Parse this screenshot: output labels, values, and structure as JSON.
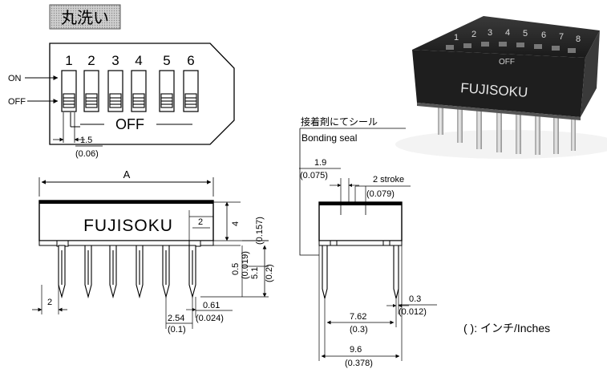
{
  "header_label": "丸洗い",
  "top_view": {
    "on_label": "ON",
    "off_label": "OFF",
    "switch_numbers": [
      "1",
      "2",
      "3",
      "4",
      "5",
      "6"
    ],
    "off_marking": "OFF",
    "pitch_value": "1.5",
    "pitch_inch": "(0.06)"
  },
  "front_view": {
    "width_label": "A",
    "brand": "FUJISOKU",
    "side_width": "2",
    "height_mm": "4",
    "height_in": "(0.157)",
    "standoff_mm": "0.5",
    "standoff_in": "(0.019)",
    "pin_length_mm": "5.1",
    "pin_length_in": "(0.2)",
    "end_offset": "2",
    "pin_pitch_mm": "2.54",
    "pin_pitch_in": "(0.1)",
    "pin_width_mm": "0.61",
    "pin_width_in": "(0.024)"
  },
  "side_view": {
    "seal_jp": "接着剤にてシール",
    "seal_en": "Bonding seal",
    "actuator_mm": "1.9",
    "actuator_in": "(0.075)",
    "stroke_label": "2 stroke",
    "stroke_in": "(0.079)",
    "row_spacing_mm": "7.62",
    "row_spacing_in": "(0.3)",
    "pin_thickness_mm": "0.3",
    "pin_thickness_in": "(0.012)",
    "body_width_mm": "9.6",
    "body_width_in": "(0.378)"
  },
  "legend": "(   ): インチ/Inches",
  "photo": {
    "brand": "FUJISOKU",
    "off_text": "OFF",
    "numbers": [
      "1",
      "2",
      "3",
      "4",
      "5",
      "6",
      "7",
      "8"
    ]
  }
}
